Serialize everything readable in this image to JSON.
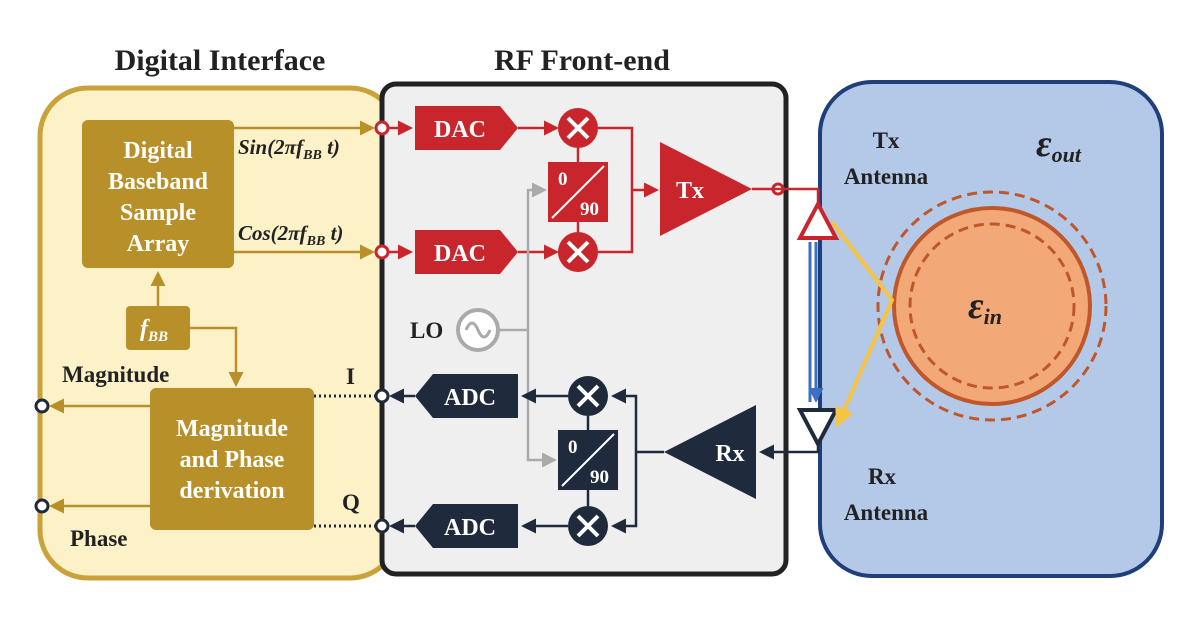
{
  "titles": {
    "digital_interface": "Digital Interface",
    "rf_front_end": "RF Front-end"
  },
  "digital": {
    "sample_array": [
      "Digital",
      "Baseband",
      "Sample",
      "Array"
    ],
    "sin_signal": "Sin(2πf",
    "cos_signal": "Cos(2πf",
    "bb_sub": "BB",
    "t_var": " t)",
    "fbb_f": "f",
    "fbb_sub": "BB",
    "mag_phase_block": [
      "Magnitude",
      "and Phase",
      "derivation"
    ],
    "magnitude_out": "Magnitude",
    "phase_out": "Phase",
    "i_label": "I",
    "q_label": "Q"
  },
  "rf": {
    "dac_top": "DAC",
    "dac_bottom": "DAC",
    "adc_top": "ADC",
    "adc_bottom": "ADC",
    "tx_amp": "Tx",
    "rx_amp": "Rx",
    "lo": "LO",
    "phase_tx": [
      "0",
      "90"
    ],
    "phase_rx": [
      "0",
      "90"
    ]
  },
  "antenna": {
    "tx_label": [
      "Tx",
      "Antenna"
    ],
    "rx_label": [
      "Rx",
      "Antenna"
    ],
    "eps_out": "ε",
    "eps_out_sub": "out",
    "eps_in": "ε",
    "eps_in_sub": "in"
  },
  "colors": {
    "digital_fill": "#fdf1c8",
    "digital_border": "#c9a23a",
    "digital_block": "#b8902a",
    "rf_fill": "#efefef",
    "rf_border": "#222222",
    "tx_red": "#c9252c",
    "rx_navy": "#1f2a3d",
    "antenna_fill": "#b4c8e8",
    "antenna_border": "#1f3f7a",
    "sample_orange": "#f2a877",
    "sample_border": "#c0572a",
    "beam_yellow": "#f5c445",
    "link_blue": "#3b6fc4"
  },
  "icons": [
    "multiply-icon",
    "sine-wave-icon",
    "antenna-triangle-icon"
  ]
}
